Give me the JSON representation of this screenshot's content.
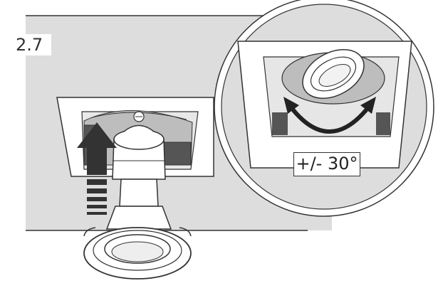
{
  "step": {
    "number": "2.7"
  },
  "detail": {
    "angle_label": "+/- 30°"
  },
  "icons": {
    "main": "recessed-downlight-installation",
    "arrow": "push-up-arrow-icon",
    "rotation": "rotation-arc-arrow-icon"
  },
  "colors": {
    "ceiling": "#dddddd",
    "line": "#333333",
    "background": "#ffffff",
    "dark_gray": "#555555"
  }
}
